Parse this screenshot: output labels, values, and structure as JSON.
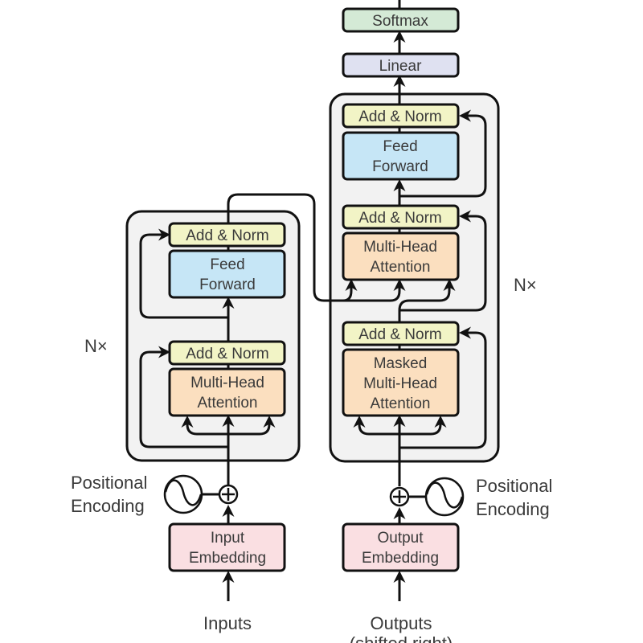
{
  "title": "Transformer model architecture",
  "colors": {
    "softmax": "#d4ead6",
    "linear": "#dfe1f1",
    "add_norm": "#f2f4c6",
    "feed_forward": "#c6e6f6",
    "attention": "#fbdfbf",
    "embedding": "#fadfe2",
    "stack_bg": "#f2f2f2",
    "stroke": "#111111"
  },
  "encoder": {
    "repeat_label": "N×",
    "add_norm_top": "Add & Norm",
    "feed_forward": [
      "Feed",
      "Forward"
    ],
    "add_norm_bottom": "Add & Norm",
    "attention": [
      "Multi-Head",
      "Attention"
    ],
    "positional_encoding": [
      "Positional",
      "Encoding"
    ],
    "embedding": [
      "Input",
      "Embedding"
    ],
    "input_label": "Inputs"
  },
  "decoder": {
    "repeat_label": "N×",
    "softmax": "Softmax",
    "linear": "Linear",
    "add_norm_top": "Add & Norm",
    "feed_forward": [
      "Feed",
      "Forward"
    ],
    "add_norm_middle": "Add & Norm",
    "cross_attention": [
      "Multi-Head",
      "Attention"
    ],
    "add_norm_bottom": "Add & Norm",
    "masked_attention": [
      "Masked",
      "Multi-Head",
      "Attention"
    ],
    "positional_encoding": [
      "Positional",
      "Encoding"
    ],
    "embedding": [
      "Output",
      "Embedding"
    ],
    "output_label": "Outputs",
    "output_sublabel": "(shifted right)"
  }
}
